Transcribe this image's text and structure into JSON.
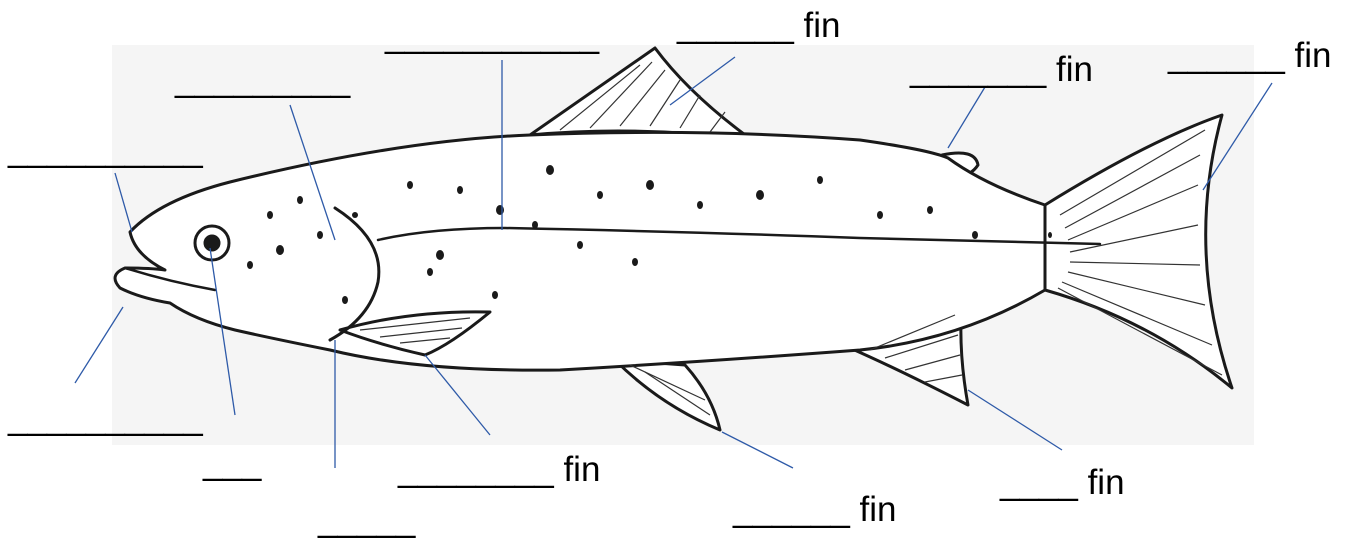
{
  "labels": {
    "mouth": "__________",
    "nostril": "__________",
    "gill_cover": "_________",
    "lateral_line": "___________",
    "dorsal_fin": "______ fin",
    "adipose_fin": "_______ fin",
    "caudal_fin": "______ fin",
    "eye": "___",
    "pectoral_gill": "_____",
    "pectoral_fin": "________ fin",
    "pelvic_fin": "______ fin",
    "anal_fin": "____ fin"
  },
  "colors": {
    "leader_line": "#2e5aa8",
    "fish_outline": "#1a1a1a",
    "label_text": "#000000",
    "panel_bg": "#f4f4f4"
  }
}
